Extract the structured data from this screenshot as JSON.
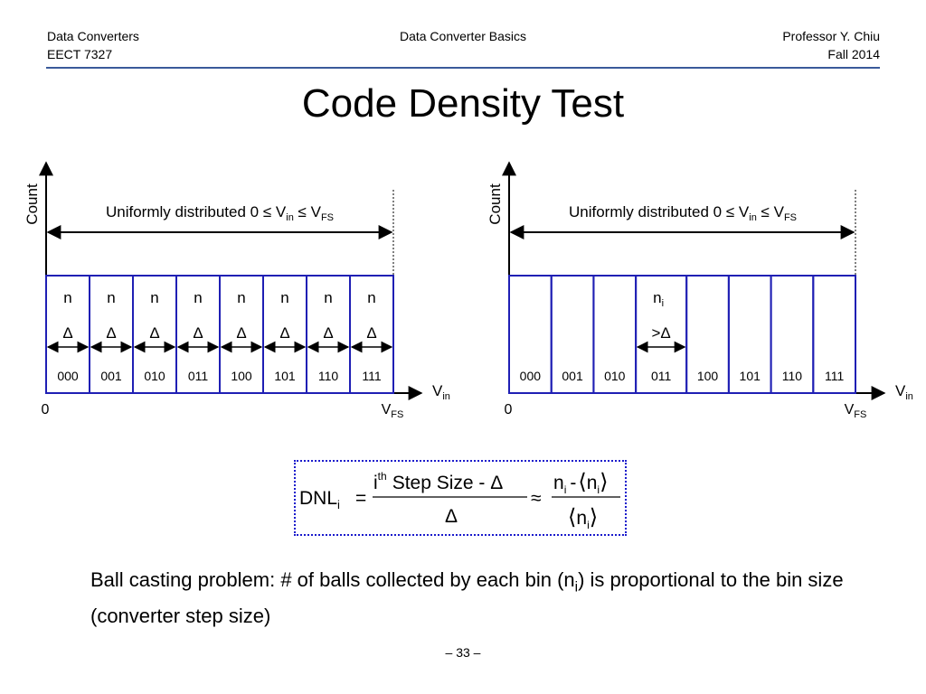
{
  "header": {
    "course": "Data Converters",
    "code": "EECT 7327",
    "topic": "Data Converter Basics",
    "professor": "Professor Y. Chiu",
    "term": "Fall 2014"
  },
  "title": "Code Density Test",
  "figure_left": {
    "ylabel": "Count",
    "range_label": "Uniformly distributed 0 ≤ V",
    "range_sub1": "in",
    "range_mid": " ≤ V",
    "range_sub2": "FS",
    "x_axis_label": "V",
    "x_axis_sub": "in",
    "x_zero": "0",
    "x_end": "V",
    "x_end_sub": "FS",
    "codes": [
      "000",
      "001",
      "010",
      "011",
      "100",
      "101",
      "110",
      "111"
    ],
    "count_label": "n",
    "width_label": "Δ"
  },
  "figure_right": {
    "ylabel": "Count",
    "range_label": "Uniformly distributed 0 ≤ V",
    "range_sub1": "in",
    "range_mid": " ≤ V",
    "range_sub2": "FS",
    "x_axis_label": "V",
    "x_axis_sub": "in",
    "x_zero": "0",
    "x_end": "V",
    "x_end_sub": "FS",
    "codes": [
      "000",
      "001",
      "010",
      "011",
      "100",
      "101",
      "110",
      "111"
    ],
    "bin_widths": [
      1,
      1,
      1,
      1.2,
      1,
      1,
      1,
      1
    ],
    "highlight_code": "011",
    "highlight_count": "n",
    "highlight_count_sub": "i",
    "highlight_width": ">Δ"
  },
  "equation": {
    "lhs": "DNL",
    "lhs_sub": "i",
    "equals": "=",
    "num_i": "i",
    "num_th": "th",
    "num_text": "Step Size - Δ",
    "den": "Δ",
    "approx": "≈",
    "rnum_n": "n",
    "rnum_sub": "i",
    "rnum_minus": "-",
    "rnum_open": "⟨",
    "rnum_n2": "n",
    "rnum_sub2": "i",
    "rnum_close": "⟩",
    "rden_open": "⟨",
    "rden_n": "n",
    "rden_sub": "i",
    "rden_close": "⟩"
  },
  "caption": {
    "part1": "Ball casting problem: # of balls collected by each bin (n",
    "sub": "i",
    "part2": ") is proportional to the bin size (converter step size)"
  },
  "page_number": "– 33 –"
}
